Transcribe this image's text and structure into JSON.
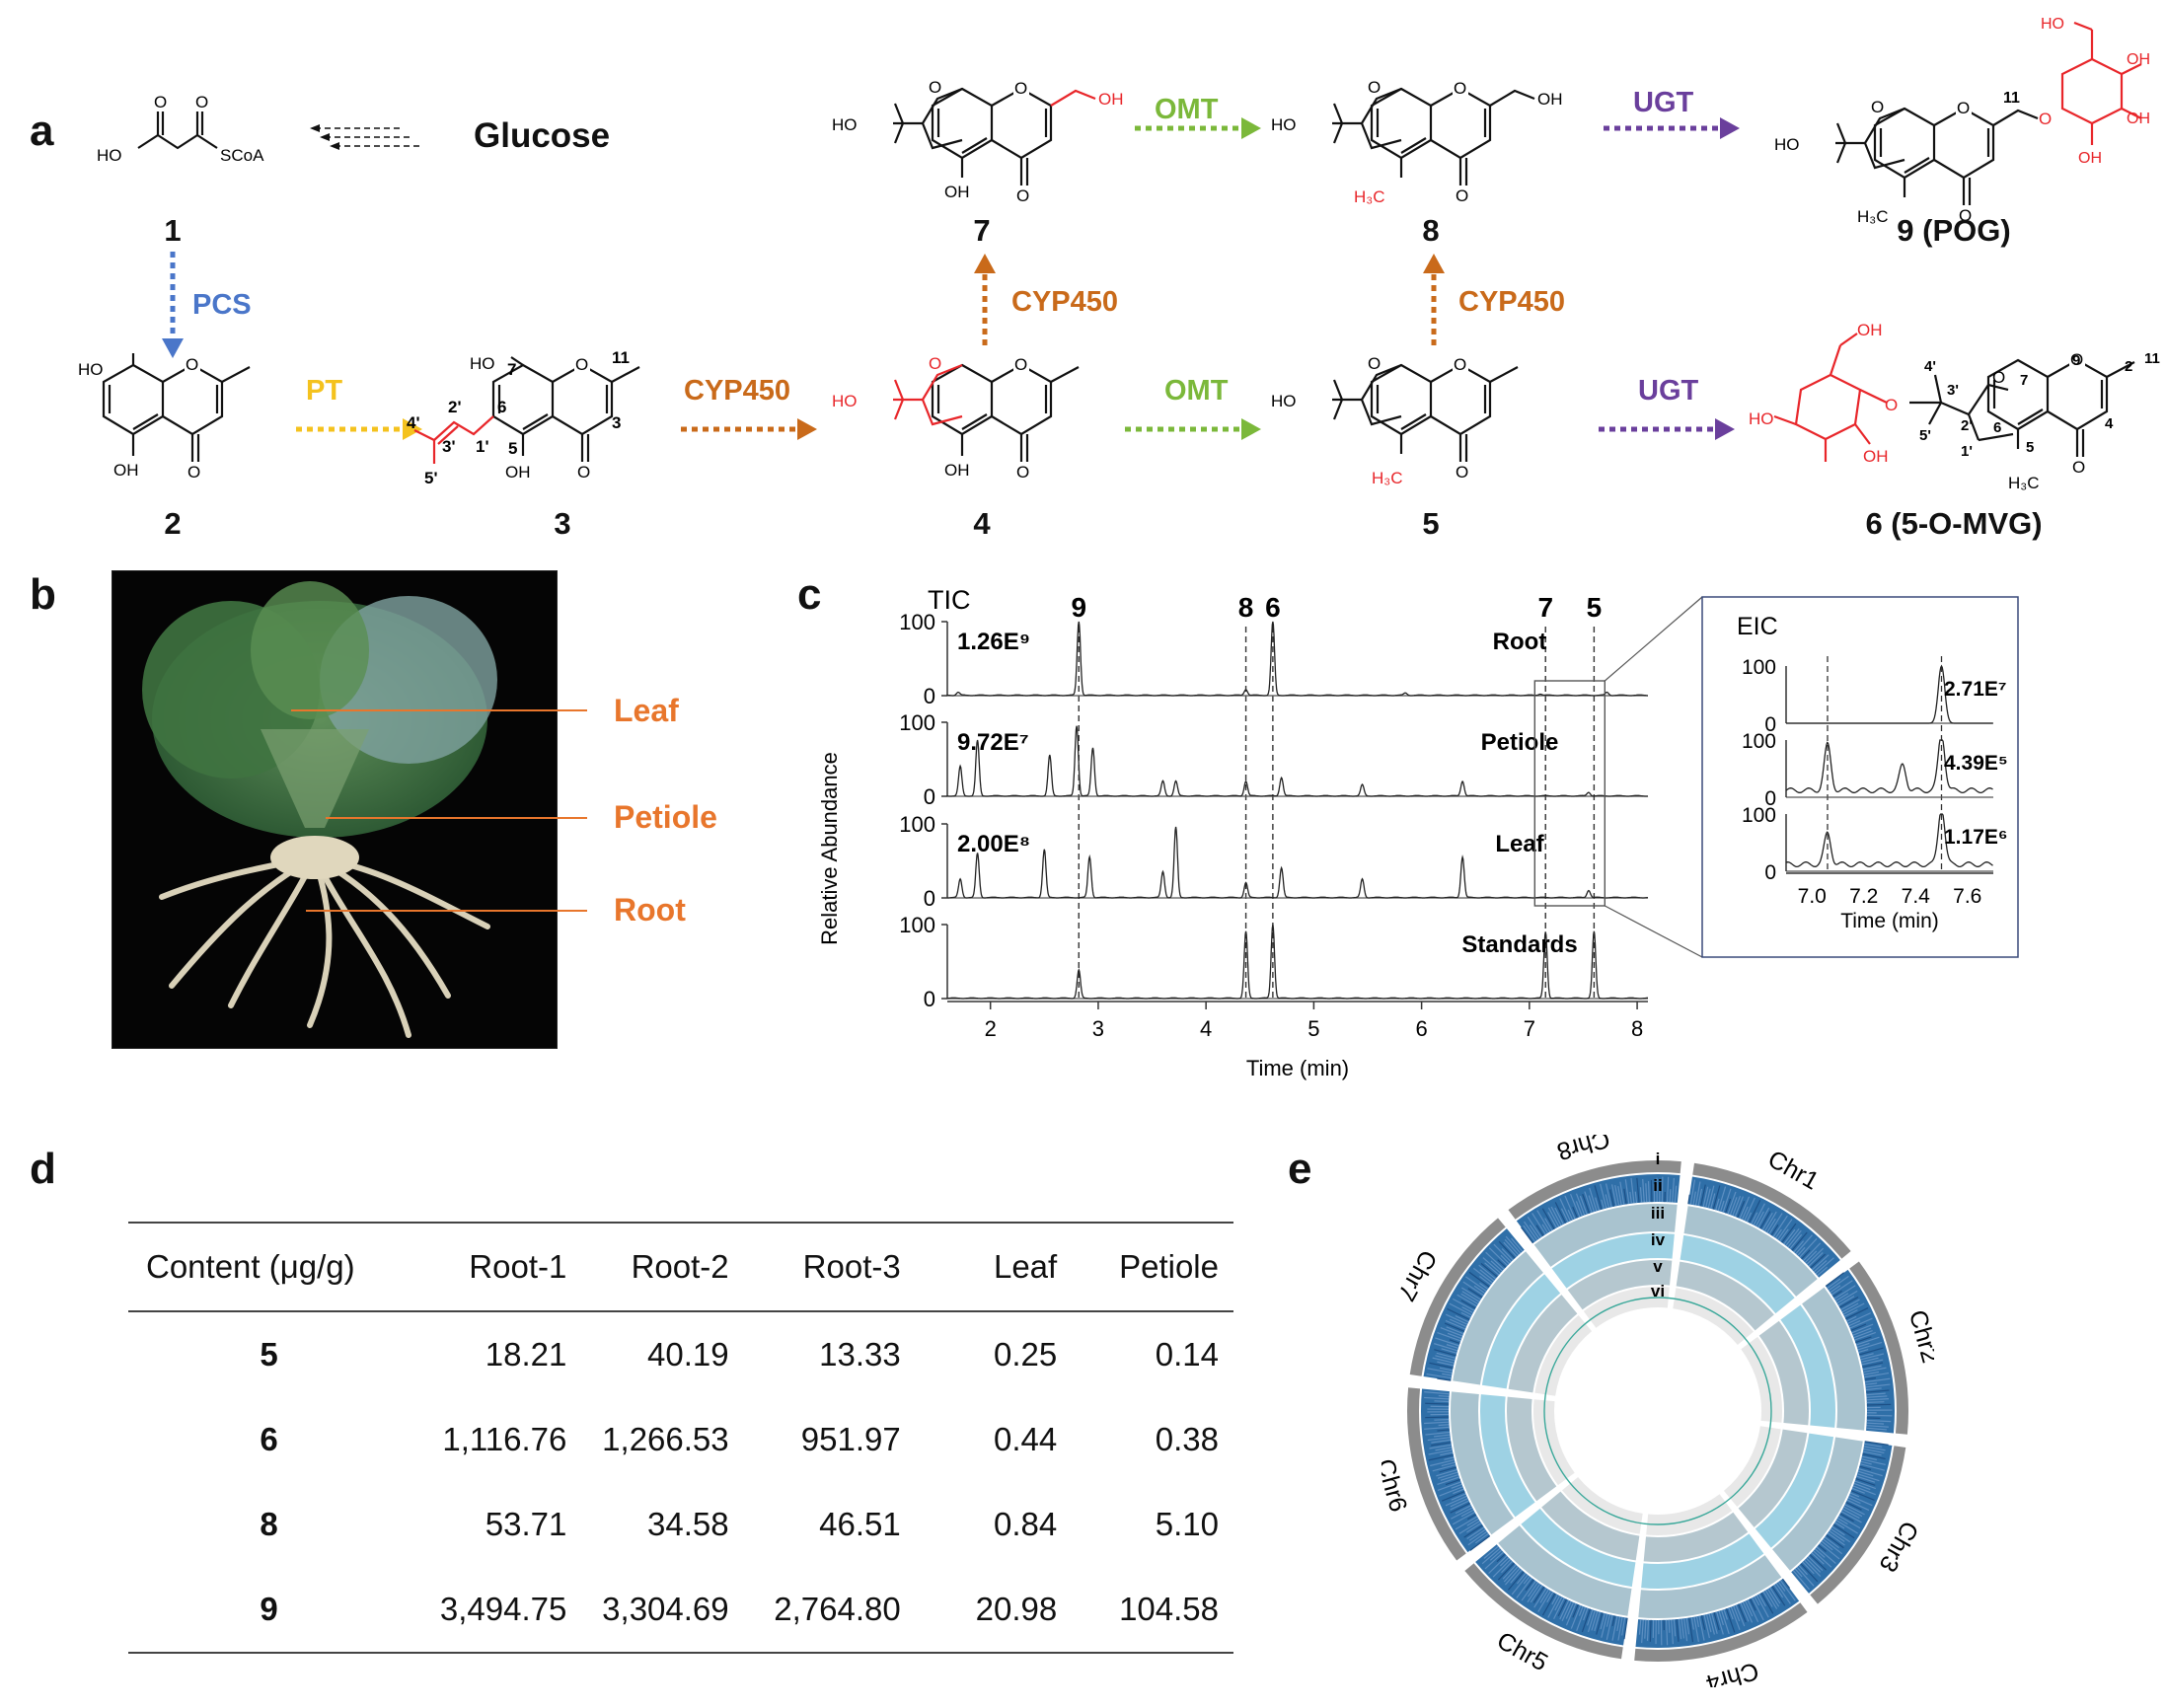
{
  "panels": {
    "a": "a",
    "b": "b",
    "c": "c",
    "d": "d",
    "e": "e"
  },
  "pathway": {
    "glucose": "Glucose",
    "coa_label": "SCoA",
    "ho": "HO",
    "oh": "OH",
    "h3c": "H₃C",
    "compounds": {
      "c1": "1",
      "c2": "2",
      "c3": "3",
      "c4": "4",
      "c5": "5",
      "c6": "6 (5-O-MVG)",
      "c7": "7",
      "c8": "8",
      "c9": "9 (POG)"
    },
    "enzymes": {
      "pcs": "PCS",
      "pt": "PT",
      "cyp_a": "CYP450",
      "cyp_b": "CYP450",
      "cyp_c": "CYP450",
      "omt_a": "OMT",
      "omt_b": "OMT",
      "ugt_a": "UGT",
      "ugt_b": "UGT"
    },
    "atom_numbers": {
      "n7": "7",
      "n11": "11",
      "n3": "3",
      "n4p": "4'",
      "n2p": "2'",
      "n6": "6",
      "n1p": "1'",
      "n3p": "3'",
      "n5": "5",
      "n5p": "5'",
      "n9": "9",
      "n2": "2",
      "n4": "4"
    },
    "colors": {
      "pcs": "#4a76c9",
      "pt": "#f4c21e",
      "cyp": "#c96a1a",
      "omt": "#7bb83a",
      "ugt": "#6a3f9c",
      "red": "#e8262a"
    }
  },
  "panel_b": {
    "labels": [
      "Leaf",
      "Petiole",
      "Root"
    ],
    "label_color": "#e8762c"
  },
  "chart_data": [
    {
      "type": "line",
      "title": "TIC",
      "xlabel": "Time (min)",
      "ylabel": "Relative Abundance",
      "xlim": [
        1.6,
        8.1
      ],
      "xticks": [
        2,
        3,
        4,
        5,
        6,
        7,
        8
      ],
      "yticks": [
        0,
        100
      ],
      "peak_labels": [
        {
          "label": "9",
          "x": 2.82
        },
        {
          "label": "8",
          "x": 4.37
        },
        {
          "label": "6",
          "x": 4.62
        },
        {
          "label": "7",
          "x": 7.15
        },
        {
          "label": "5",
          "x": 7.6
        }
      ],
      "series": [
        {
          "name": "Root",
          "max_intensity": "1.26E⁹",
          "peaks": [
            [
              1.7,
              4
            ],
            [
              2.82,
              100
            ],
            [
              4.37,
              8
            ],
            [
              4.62,
              100
            ],
            [
              5.85,
              3
            ],
            [
              7.1,
              2
            ],
            [
              7.72,
              4
            ]
          ]
        },
        {
          "name": "Petiole",
          "max_intensity": "9.72E⁷",
          "peaks": [
            [
              1.72,
              40
            ],
            [
              1.88,
              75
            ],
            [
              2.55,
              55
            ],
            [
              2.8,
              95
            ],
            [
              2.95,
              65
            ],
            [
              3.6,
              20
            ],
            [
              3.72,
              20
            ],
            [
              4.37,
              20
            ],
            [
              4.7,
              25
            ],
            [
              5.45,
              15
            ],
            [
              6.38,
              20
            ],
            [
              7.55,
              5
            ]
          ]
        },
        {
          "name": "Leaf",
          "max_intensity": "2.00E⁸",
          "peaks": [
            [
              1.72,
              25
            ],
            [
              1.88,
              60
            ],
            [
              2.5,
              65
            ],
            [
              2.92,
              55
            ],
            [
              3.6,
              35
            ],
            [
              3.72,
              95
            ],
            [
              4.37,
              20
            ],
            [
              4.7,
              40
            ],
            [
              5.45,
              25
            ],
            [
              6.38,
              55
            ],
            [
              7.55,
              10
            ]
          ]
        },
        {
          "name": "Standards",
          "max_intensity": "",
          "peaks": [
            [
              2.82,
              38
            ],
            [
              4.37,
              90
            ],
            [
              4.62,
              100
            ],
            [
              7.15,
              90
            ],
            [
              7.6,
              90
            ]
          ]
        }
      ]
    },
    {
      "type": "line",
      "title": "EIC",
      "xlabel": "Time (min)",
      "xlim": [
        6.9,
        7.7
      ],
      "xticks": [
        7.0,
        7.2,
        7.4,
        7.6
      ],
      "yticks": [
        0,
        100
      ],
      "series": [
        {
          "name": "Root",
          "max_intensity": "2.71E⁷",
          "peaks": [
            [
              7.5,
              100
            ]
          ]
        },
        {
          "name": "Petiole",
          "max_intensity": "4.39E⁵",
          "peaks": [
            [
              7.06,
              80
            ],
            [
              7.35,
              45
            ],
            [
              7.5,
              100
            ]
          ]
        },
        {
          "name": "Leaf",
          "max_intensity": "1.17E⁶",
          "peaks": [
            [
              7.06,
              55
            ],
            [
              7.5,
              100
            ]
          ]
        }
      ]
    },
    {
      "type": "table",
      "columns": [
        "Content (μg/g)",
        "Root-1",
        "Root-2",
        "Root-3",
        "Leaf",
        "Petiole"
      ],
      "rows": [
        [
          "5",
          "18.21",
          "40.19",
          "13.33",
          "0.25",
          "0.14"
        ],
        [
          "6",
          "1,116.76",
          "1,266.53",
          "951.97",
          "0.44",
          "0.38"
        ],
        [
          "8",
          "53.71",
          "34.58",
          "46.51",
          "0.84",
          "5.10"
        ],
        [
          "9",
          "3,494.75",
          "3,304.69",
          "2,764.80",
          "20.98",
          "104.58"
        ]
      ]
    }
  ],
  "panel_e": {
    "chromosomes": [
      "Chr1",
      "Chr2",
      "Chr3",
      "Chr4",
      "Chr5",
      "Chr6",
      "Chr7",
      "Chr8"
    ],
    "tracks": [
      "i",
      "ii",
      "iii",
      "iv",
      "v",
      "vi"
    ]
  }
}
